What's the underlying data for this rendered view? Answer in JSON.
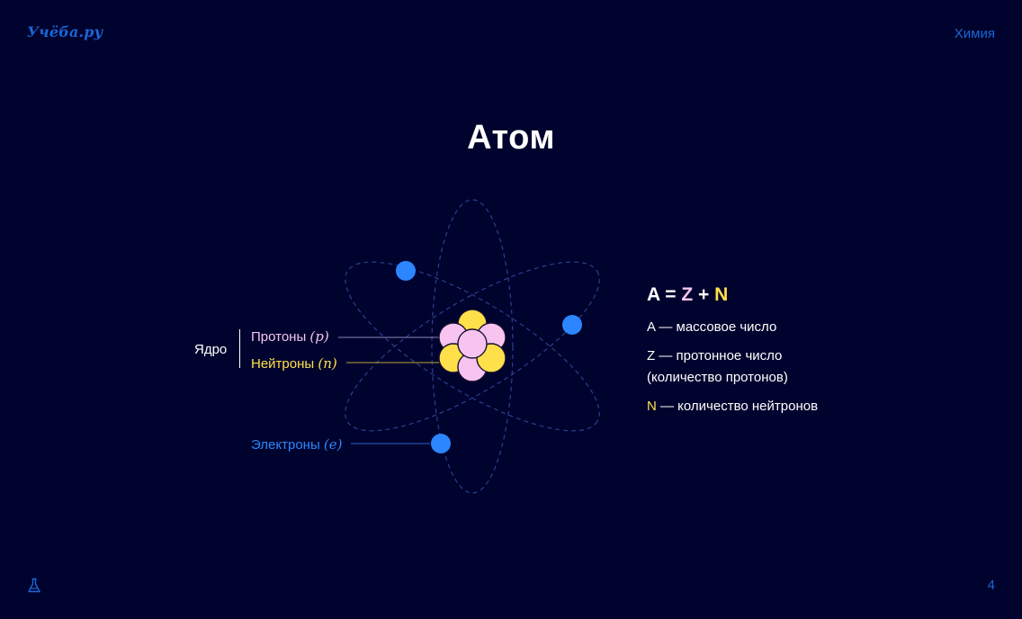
{
  "header": {
    "logo_text": "Учёба.ру",
    "subject": "Химия"
  },
  "title": "Атом",
  "labels": {
    "nucleus": "Ядро",
    "protons": "Протоны",
    "protons_symbol": "(p)",
    "neutrons": "Нейтроны",
    "neutrons_symbol": "(n)",
    "electrons": "Электроны",
    "electrons_symbol": "(e)"
  },
  "formula": {
    "a": "A",
    "eq": " = ",
    "z": "Z",
    "plus": " + ",
    "n": "N"
  },
  "legend": {
    "a_line": "A — массовое число",
    "z_line1": "Z — протонное число",
    "z_line2": "(количество протонов)",
    "n_symbol": "N",
    "n_text": " — количество нейтронов"
  },
  "footer": {
    "page_number": "4"
  },
  "colors": {
    "background": "#00032e",
    "brand_blue": "#1a66d6",
    "electron": "#2b86ff",
    "proton": "#f7c4f0",
    "neutron": "#ffe04a",
    "orbit": "#2a3f8f"
  },
  "icons": {
    "footer": "flask-icon"
  }
}
